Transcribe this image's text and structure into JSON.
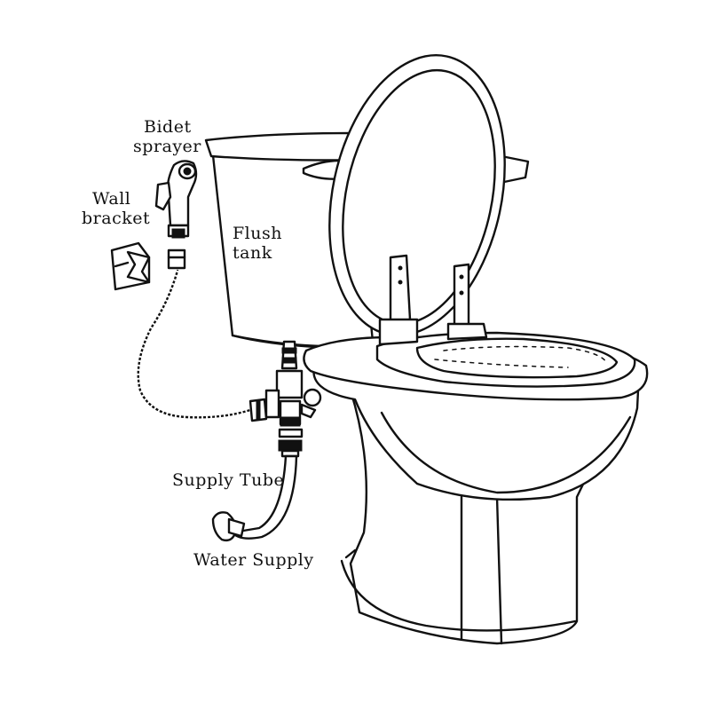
{
  "labels": {
    "bidet_sprayer": [
      "Bidet",
      "sprayer"
    ],
    "wall_bracket": [
      "Wall",
      "bracket"
    ],
    "flush_tank": [
      "Flush",
      "tank"
    ],
    "supply_tube": "Supply Tube",
    "water_supply": "Water Supply"
  },
  "colors": {
    "line": "#111111",
    "background": "#ffffff"
  }
}
